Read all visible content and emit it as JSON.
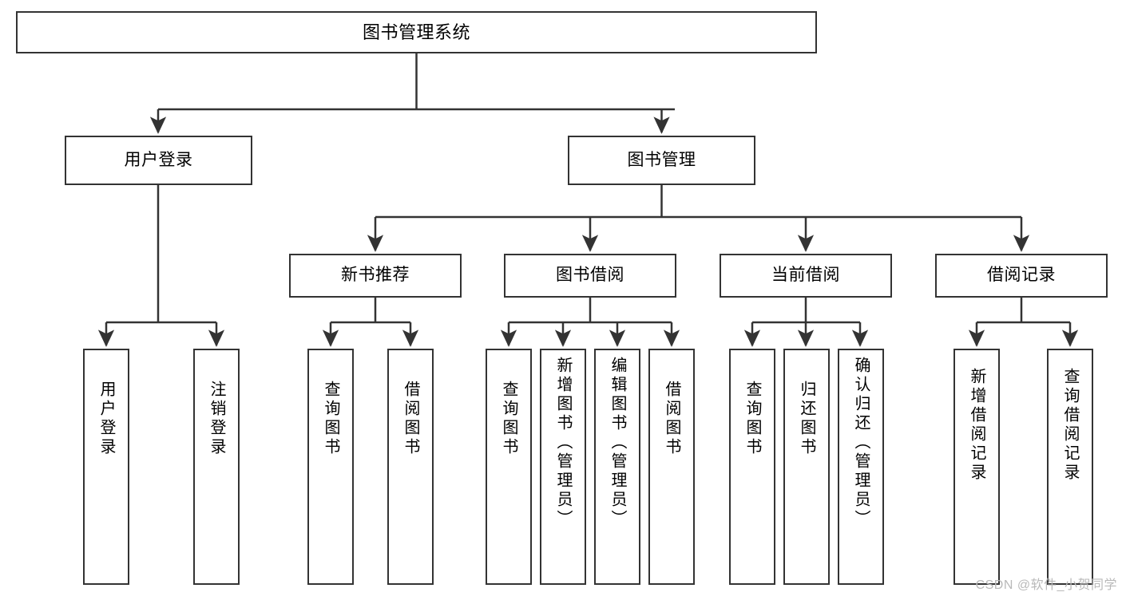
{
  "diagram": {
    "title": "图书管理系统",
    "type": "tree-hierarchy",
    "colors": {
      "background": "#ffffff",
      "node_border": "#333333",
      "node_fill": "#ffffff",
      "edge": "#333333",
      "text": "#000000",
      "watermark": "#b9b9b9"
    },
    "levels": {
      "root": {
        "label": "图书管理系统"
      },
      "level2": [
        {
          "label": "用户登录"
        },
        {
          "label": "图书管理"
        }
      ],
      "level3": [
        {
          "label": "新书推荐"
        },
        {
          "label": "图书借阅"
        },
        {
          "label": "当前借阅"
        },
        {
          "label": "借阅记录"
        }
      ],
      "leaves": {
        "user_login": [
          {
            "label": "用户登录"
          },
          {
            "label": "注销登录"
          }
        ],
        "new_book_recommend": [
          {
            "label": "查询图书"
          },
          {
            "label": "借阅图书"
          }
        ],
        "book_borrow": [
          {
            "label": "查询图书"
          },
          {
            "label": "新增图书（管理员）"
          },
          {
            "label": "编辑图书（管理员）"
          },
          {
            "label": "借阅图书"
          }
        ],
        "current_borrow": [
          {
            "label": "查询图书"
          },
          {
            "label": "归还图书"
          },
          {
            "label": "确认归还（管理员）"
          }
        ],
        "borrow_records": [
          {
            "label": "新增借阅记录"
          },
          {
            "label": "查询借阅记录"
          }
        ]
      }
    }
  },
  "watermark": {
    "text": "CSDN @软件_小贺同学"
  }
}
